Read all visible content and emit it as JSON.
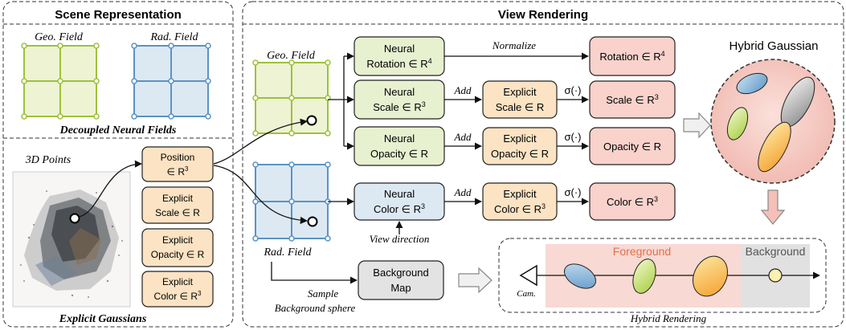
{
  "left_panel": {
    "title": "Scene Representation",
    "geo_field_label": "Geo. Field",
    "rad_field_label": "Rad. Field",
    "decoupled_label": "Decoupled Neural Fields",
    "points_label": "3D Points",
    "explicit_label": "Explicit Gaussians",
    "position_box": [
      "Position",
      "∈ R"
    ],
    "explicit_scale_box": [
      "Explicit",
      "Scale ∈ R"
    ],
    "explicit_opacity_box": [
      "Explicit",
      "Opacity ∈ R"
    ],
    "explicit_color_box": [
      "Explicit",
      "Color ∈ R"
    ]
  },
  "right_panel": {
    "title": "View Rendering",
    "geo_field_label": "Geo.  Field",
    "rad_field_label": "Rad. Field",
    "neural_rotation": [
      "Neural",
      "Rotation ∈ R"
    ],
    "neural_scale": [
      "Neural",
      "Scale ∈ R"
    ],
    "neural_opacity": [
      "Neural",
      "Opacity ∈ R"
    ],
    "neural_color": [
      "Neural",
      "Color ∈ R"
    ],
    "explicit_scale": [
      "Explicit",
      "Scale ∈ R"
    ],
    "explicit_opacity": [
      "Explicit",
      "Opacity ∈ R"
    ],
    "explicit_color": [
      "Explicit",
      "Color ∈ R"
    ],
    "rotation_out": "Rotation ∈ R",
    "scale_out": "Scale ∈ R",
    "opacity_out": "Opacity ∈ R",
    "color_out": "Color ∈ R",
    "normalize": "Normalize",
    "add": "Add",
    "sigma": "σ(·)",
    "view_direction": "View direction",
    "background_map": [
      "Background",
      "Map"
    ],
    "sample": "Sample",
    "background_sphere": "Background sphere",
    "hybrid_gaussian": "Hybrid Gaussian",
    "foreground": "Foreground",
    "background": "Background",
    "cam": "Cam.",
    "hybrid_rendering": "Hybrid Rendering",
    "sup_4": "4",
    "sup_3": "3"
  },
  "colors": {
    "geo_stroke": "#9dc13a",
    "geo_fill": "#eef3d4",
    "rad_stroke": "#5b93c4",
    "rad_fill": "#dce9f3",
    "neural_fill": "#e7f0cf",
    "explicit_fill": "#fbe3c3",
    "output_fill": "#f9d2cc",
    "bgmap_fill": "#e3e3e3",
    "foreground_fill": "#f8d9d3",
    "background_fill": "#e1e1e1",
    "foreground_text": "#e2704a"
  }
}
